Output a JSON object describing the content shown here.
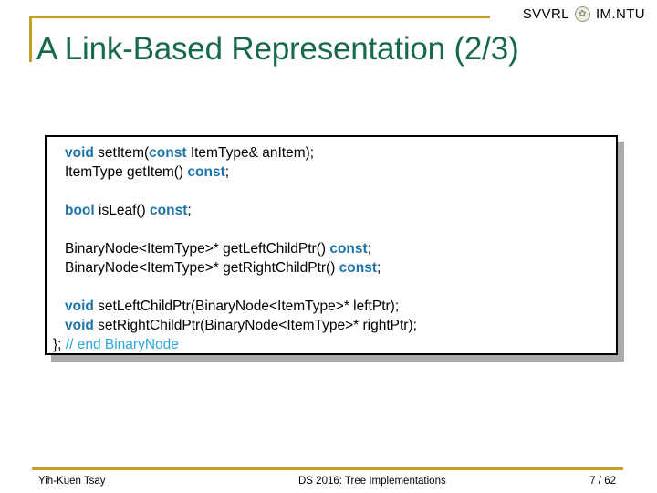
{
  "brand": {
    "svvrl": "SVVRL",
    "imntu": "IM.NTU",
    "logo": "ntu-seal"
  },
  "title": "A Link-Based Representation (2/3)",
  "code": {
    "lines": [
      {
        "indent": true,
        "segments": [
          {
            "type": "keyword",
            "text": "void"
          },
          {
            "type": "plain",
            "text": " setItem("
          },
          {
            "type": "keyword",
            "text": "const"
          },
          {
            "type": "plain",
            "text": " ItemType& anItem);"
          }
        ]
      },
      {
        "indent": true,
        "segments": [
          {
            "type": "plain",
            "text": "ItemType getItem() "
          },
          {
            "type": "keyword",
            "text": "const"
          },
          {
            "type": "plain",
            "text": ";"
          }
        ]
      },
      {
        "indent": true,
        "segments": []
      },
      {
        "indent": true,
        "segments": [
          {
            "type": "keyword",
            "text": "bool"
          },
          {
            "type": "plain",
            "text": " isLeaf() "
          },
          {
            "type": "keyword",
            "text": "const"
          },
          {
            "type": "plain",
            "text": ";"
          }
        ]
      },
      {
        "indent": true,
        "segments": []
      },
      {
        "indent": true,
        "segments": [
          {
            "type": "plain",
            "text": "BinaryNode<ItemType>* getLeftChildPtr() "
          },
          {
            "type": "keyword",
            "text": "const"
          },
          {
            "type": "plain",
            "text": ";"
          }
        ]
      },
      {
        "indent": true,
        "segments": [
          {
            "type": "plain",
            "text": "BinaryNode<ItemType>* getRightChildPtr() "
          },
          {
            "type": "keyword",
            "text": "const"
          },
          {
            "type": "plain",
            "text": ";"
          }
        ]
      },
      {
        "indent": true,
        "segments": []
      },
      {
        "indent": true,
        "segments": [
          {
            "type": "keyword",
            "text": "void"
          },
          {
            "type": "plain",
            "text": " setLeftChildPtr(BinaryNode<ItemType>* leftPtr);"
          }
        ]
      },
      {
        "indent": true,
        "segments": [
          {
            "type": "keyword",
            "text": "void"
          },
          {
            "type": "plain",
            "text": " setRightChildPtr(BinaryNode<ItemType>* rightPtr);"
          }
        ]
      },
      {
        "indent": false,
        "segments": [
          {
            "type": "plain",
            "text": "}; "
          },
          {
            "type": "comment",
            "text": "// end BinaryNode"
          }
        ]
      }
    ]
  },
  "footer": {
    "author": "Yih-Kuen Tsay",
    "course": "DS 2016: Tree Implementations",
    "page": "7 / 62"
  },
  "colors": {
    "accent_gold": "#C5A028",
    "title_green": "#17694E",
    "keyword_blue": "#1C74A8",
    "comment_blue": "#2BA6DB",
    "shadow_gray": "#ABABAB"
  }
}
